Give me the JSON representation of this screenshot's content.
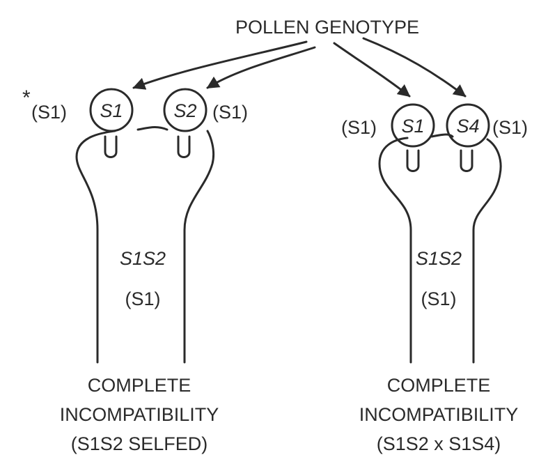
{
  "title": "POLLEN GENOTYPE",
  "asterisk": "*",
  "left": {
    "pollen": [
      {
        "outer": "(S1)",
        "inner": "S1"
      },
      {
        "inner": "S2",
        "outer": "(S1)"
      }
    ],
    "style_genotype": "S1S2",
    "style_allele": "(S1)",
    "caption": [
      "COMPLETE",
      "INCOMPATIBILITY",
      "(S1S2 SELFED)"
    ]
  },
  "right": {
    "pollen": [
      {
        "outer": "(S1)",
        "inner": "S1"
      },
      {
        "inner": "S4",
        "outer": "(S1)"
      }
    ],
    "style_genotype": "S1S2",
    "style_allele": "(S1)",
    "caption": [
      "COMPLETE",
      "INCOMPATIBILITY",
      "(S1S2 x S1S4)"
    ]
  }
}
